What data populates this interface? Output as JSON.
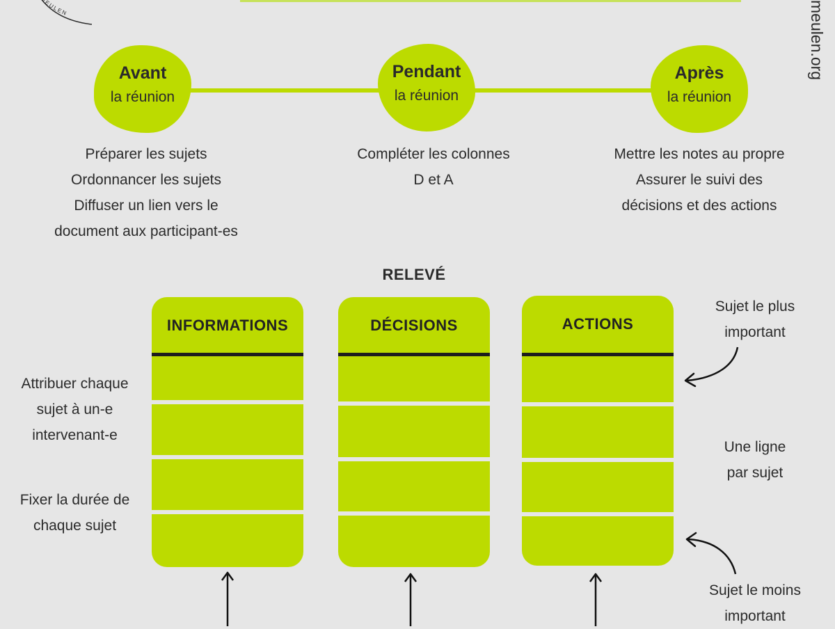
{
  "brand": {
    "logo_text": "VERMEULEN",
    "site_vertical": "meulen.org"
  },
  "phases": [
    {
      "title": "Avant",
      "subtitle": "la réunion",
      "tasks": [
        "Préparer les sujets",
        "Ordonnancer les sujets",
        "Diffuser un lien vers le",
        "document aux participant-es"
      ]
    },
    {
      "title": "Pendant",
      "subtitle": "la réunion",
      "tasks": [
        "Compléter les colonnes",
        "D et A"
      ]
    },
    {
      "title": "Après",
      "subtitle": "la réunion",
      "tasks": [
        "Mettre les notes au propre",
        "Assurer le suivi des",
        "décisions et des actions"
      ]
    }
  ],
  "releve": {
    "title": "RELEVÉ",
    "columns": [
      {
        "header": "INFORMATIONS"
      },
      {
        "header": "DÉCISIONS"
      },
      {
        "header": "ACTIONS"
      }
    ]
  },
  "left_notes": {
    "assign": [
      "Attribuer chaque",
      "sujet à un-e",
      "intervenant-e"
    ],
    "duration": [
      "Fixer la durée de",
      "chaque sujet"
    ]
  },
  "right_notes": {
    "most_important": [
      "Sujet le plus",
      "important"
    ],
    "one_line": [
      "Une ligne",
      "par sujet"
    ],
    "least_important": [
      "Sujet le moins",
      "important"
    ]
  },
  "colors": {
    "accent": "#bcdb00",
    "background": "#e6e6e6",
    "text": "#2a2a2a"
  }
}
